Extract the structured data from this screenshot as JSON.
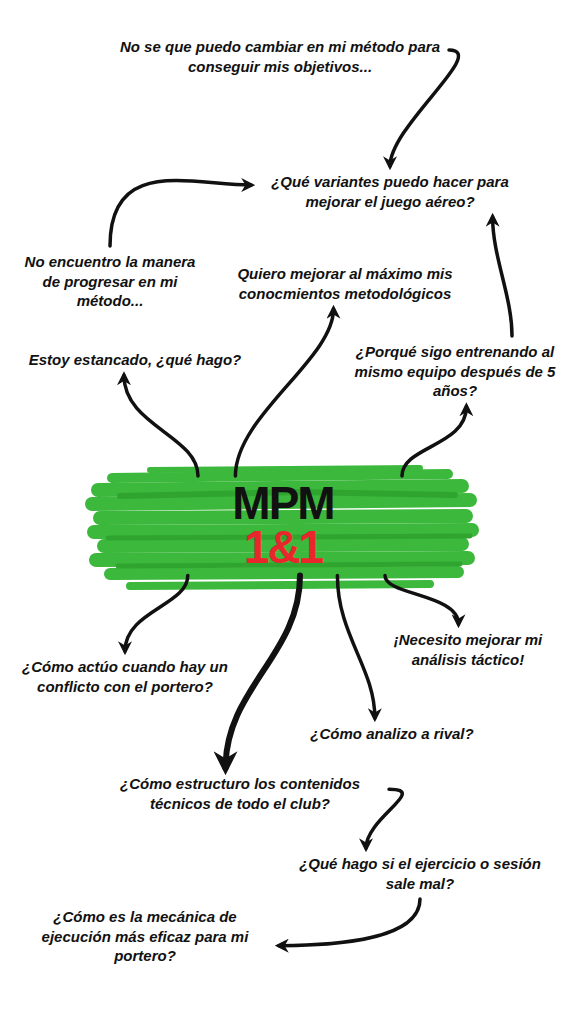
{
  "diagram": {
    "nodes": [
      {
        "text": [
          "No se que puedo cambiar en mi método para conseguir mis objetivos..."
        ]
      },
      {
        "text": [
          "¿Qué variantes puedo hacer para mejorar el juego aéreo?"
        ]
      },
      {
        "text": [
          "No encuentro la manera de progresar en mi método..."
        ]
      },
      {
        "text": [
          "Quiero mejorar al máximo mis conocmientos metodológicos"
        ]
      },
      {
        "text": [
          "Estoy estancado, ¿qué hago?"
        ]
      },
      {
        "text": [
          "¿Porqué sigo entrenando al mismo equipo después de 5 años?"
        ]
      },
      {
        "text": [
          "MPM",
          "1&1"
        ]
      },
      {
        "text": [
          "¿Cómo actúo cuando hay un conflicto con el portero?"
        ]
      },
      {
        "text": [
          "¡Necesito mejorar mi análisis táctico!"
        ]
      },
      {
        "text": [
          "¿Cómo analizo a rival?"
        ]
      },
      {
        "text": [
          "¿Cómo estructuro los contenidos técnicos de todo el club?"
        ]
      },
      {
        "text": [
          "¿Qué hago si el ejercicio o sesión sale mal?"
        ]
      },
      {
        "text": [
          "¿Cómo es la mecánica de ejecución más eficaz para mi portero?"
        ]
      }
    ],
    "edges": [
      {
        "from": 0,
        "to": 1,
        "arrow": "to"
      },
      {
        "from": 2,
        "to": 1,
        "arrow": "to"
      },
      {
        "from": 6,
        "to": 4,
        "arrow": "to"
      },
      {
        "from": 6,
        "to": 3,
        "arrow": "to"
      },
      {
        "from": 6,
        "to": 5,
        "arrow": "to"
      },
      {
        "from": 5,
        "to": 1,
        "arrow": "to"
      },
      {
        "from": 6,
        "to": 7,
        "arrow": "to"
      },
      {
        "from": 6,
        "to": 10,
        "arrow": "to"
      },
      {
        "from": 6,
        "to": 9,
        "arrow": "to"
      },
      {
        "from": 6,
        "to": 8,
        "arrow": "to"
      },
      {
        "from": 10,
        "to": 11,
        "arrow": "to"
      },
      {
        "from": 11,
        "to": 12,
        "arrow": "to"
      }
    ]
  }
}
